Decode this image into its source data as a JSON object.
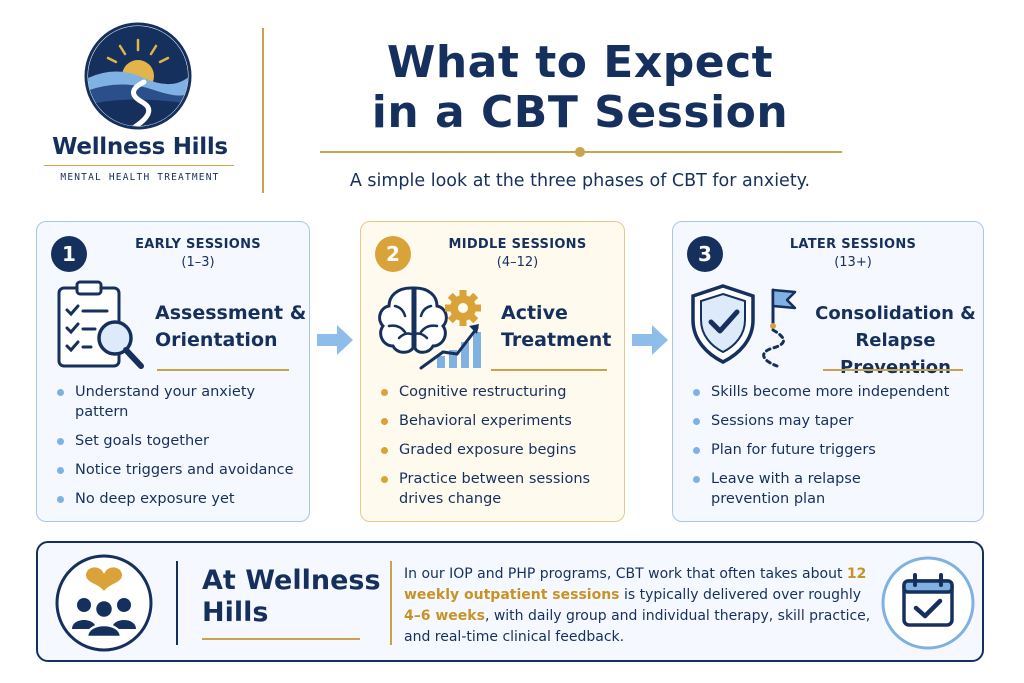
{
  "brand": {
    "name": "Wellness Hills",
    "tagline": "MENTAL HEALTH TREATMENT",
    "navy": "#16305e",
    "gold": "#c9a44a",
    "light_blue": "#7fb1e3"
  },
  "header": {
    "title_line1": "What to Expect",
    "title_line2": "in a CBT Session",
    "subtitle": "A simple look at the three phases of CBT for anxiety."
  },
  "phases": [
    {
      "number": "1",
      "label": "EARLY SESSIONS",
      "range": "(1–3)",
      "title_line1": "Assessment &",
      "title_line2": "Orientation",
      "icon": "clipboard-checklist-magnifier-icon",
      "bullets": [
        "Understand your anxiety pattern",
        "Set goals together",
        "Notice triggers and avoidance",
        "No deep exposure yet"
      ]
    },
    {
      "number": "2",
      "label": "MIDDLE SESSIONS",
      "range": "(4–12)",
      "title_line1": "Active",
      "title_line2": "Treatment",
      "icon": "brain-gear-growth-icon",
      "bullets": [
        "Cognitive restructuring",
        "Behavioral experiments",
        "Graded exposure begins",
        "Practice between sessions drives change"
      ]
    },
    {
      "number": "3",
      "label": "LATER SESSIONS",
      "range": "(13+)",
      "title_line1": "Consolidation &",
      "title_line2": "Relapse Prevention",
      "icon": "shield-check-flag-path-icon",
      "bullets": [
        "Skills become more independent",
        "Sessions may taper",
        "Plan for future triggers",
        "Leave with a relapse prevention plan"
      ]
    }
  ],
  "banner": {
    "title_line1": "At Wellness",
    "title_line2": "Hills",
    "text_part1": "In our IOP and PHP programs, CBT work that often takes about ",
    "highlight1": "12 weekly outpatient sessions",
    "text_part2": " is typically delivered over roughly ",
    "highlight2": "4–6 weeks",
    "text_part3": ", with daily group and individual therapy, skill practice, and real-time clinical feedback.",
    "left_icon": "heart-team-icon",
    "right_icon": "calendar-check-icon"
  }
}
